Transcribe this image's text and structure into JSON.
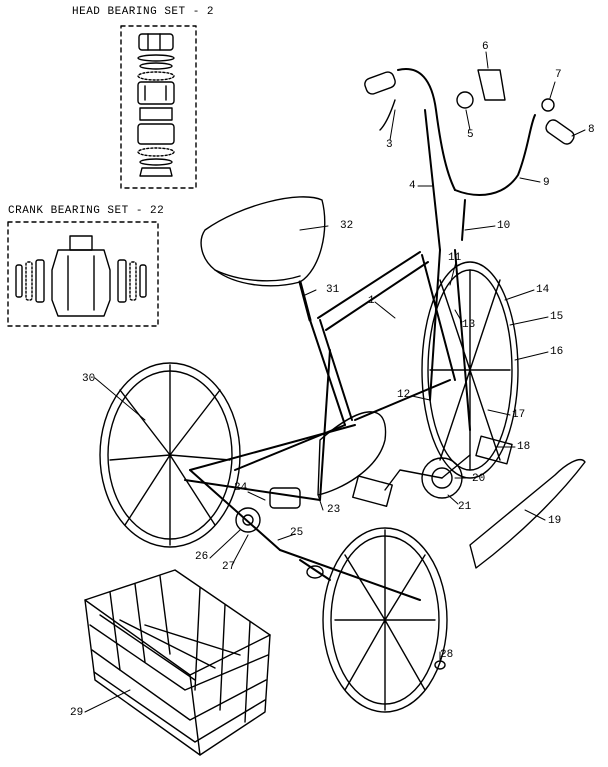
{
  "insets": {
    "head_bearing_title": "HEAD BEARING SET - 2",
    "crank_bearing_title": "CRANK BEARING SET - 22"
  },
  "parts": [
    {
      "id": "label-1",
      "text": "1"
    },
    {
      "id": "label-3",
      "text": "3"
    },
    {
      "id": "label-4",
      "text": "4"
    },
    {
      "id": "label-5",
      "text": "5"
    },
    {
      "id": "label-6",
      "text": "6"
    },
    {
      "id": "label-7",
      "text": "7"
    },
    {
      "id": "label-8",
      "text": "8"
    },
    {
      "id": "label-9",
      "text": "9"
    },
    {
      "id": "label-10",
      "text": "10"
    },
    {
      "id": "label-11",
      "text": "11"
    },
    {
      "id": "label-12",
      "text": "12"
    },
    {
      "id": "label-13",
      "text": "13"
    },
    {
      "id": "label-14",
      "text": "14"
    },
    {
      "id": "label-15",
      "text": "15"
    },
    {
      "id": "label-16",
      "text": "16"
    },
    {
      "id": "label-17",
      "text": "17"
    },
    {
      "id": "label-18",
      "text": "18"
    },
    {
      "id": "label-19",
      "text": "19"
    },
    {
      "id": "label-20",
      "text": "20"
    },
    {
      "id": "label-21",
      "text": "21"
    },
    {
      "id": "label-23",
      "text": "23"
    },
    {
      "id": "label-24",
      "text": "24"
    },
    {
      "id": "label-25",
      "text": "25"
    },
    {
      "id": "label-26",
      "text": "26"
    },
    {
      "id": "label-27",
      "text": "27"
    },
    {
      "id": "label-28",
      "text": "28"
    },
    {
      "id": "label-29",
      "text": "29"
    },
    {
      "id": "label-30",
      "text": "30"
    },
    {
      "id": "label-31",
      "text": "31"
    },
    {
      "id": "label-32",
      "text": "32"
    }
  ]
}
